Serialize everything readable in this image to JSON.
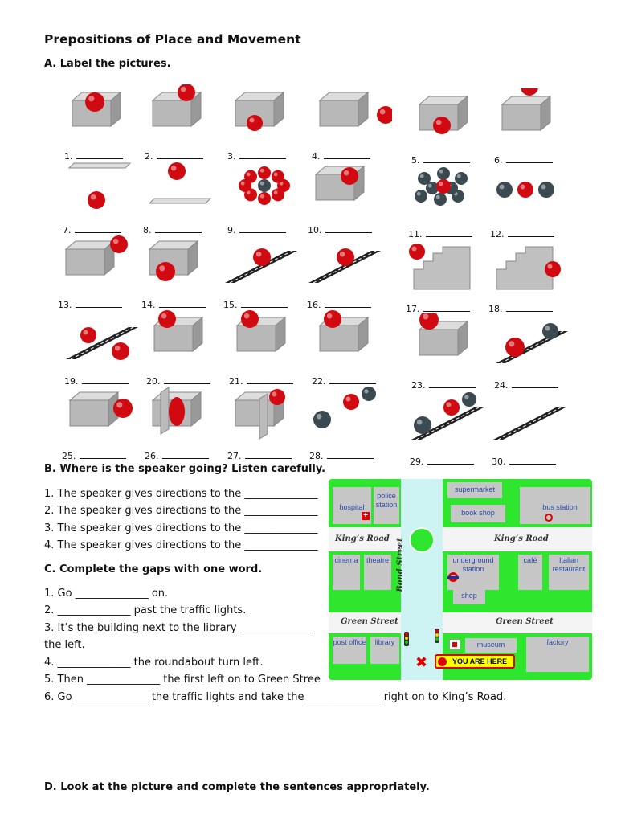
{
  "title": "Prepositions of Place and Movement",
  "section_a": {
    "heading": "A. Label the pictures.",
    "labels": [
      "1.",
      "2.",
      "3.",
      "4.",
      "5.",
      "6.",
      "7.",
      "8.",
      "9.",
      "10.",
      "11.",
      "12.",
      "13.",
      "14.",
      "15.",
      "16.",
      "17.",
      "18.",
      "19.",
      "20.",
      "21.",
      "22.",
      "23.",
      "24.",
      "25.",
      "26.",
      "27.",
      "28.",
      "29.",
      "30."
    ]
  },
  "section_b": {
    "heading": "B. Where is the speaker going? Listen carefully.",
    "lines": [
      "1. The speaker gives directions to the ______________",
      "2. The speaker gives directions to the ______________",
      "3. The speaker gives directions to the ______________",
      "4. The speaker gives directions to the ______________"
    ]
  },
  "section_c": {
    "heading": "C. Complete the gaps with one word.",
    "lines": [
      "1. Go ______________ on.",
      "2. ______________ past the traffic lights.",
      "3. It’s the building next to the library ______________",
      "the left.",
      "4. ______________ the roundabout turn left.",
      "5. Then ______________ the first left on to Green Stree",
      "6. Go ______________ the traffic lights and take the ______________ right on to King’s Road."
    ]
  },
  "section_d": {
    "heading": "D. Look at the picture and complete the sentences appropriately."
  },
  "map": {
    "buildings": {
      "hospital": "hospital",
      "police": "police station",
      "supermarket": "supermarket",
      "bookshop": "book shop",
      "busstation": "bus station",
      "cinema": "cinema",
      "theatre": "theatre",
      "underground": "underground station",
      "shop": "shop",
      "cafe": "café",
      "italian": "Italian restaurant",
      "postoffice": "post office",
      "library": "library",
      "museum": "museum",
      "factory": "factory"
    },
    "roads": {
      "kings_left": "King’s Road",
      "kings_right": "King’s Road",
      "green_left": "Green Street",
      "green_right": "Green Street",
      "bond": "Bond Street"
    },
    "you_are_here": "YOU ARE HERE",
    "colors": {
      "grass": "#2ee62e",
      "bond_street": "#cdf3f3",
      "building": "#c6c6c6",
      "label": "#2a4aa8",
      "marker": "#e00000",
      "you_are_here_bg": "#ffff00"
    }
  }
}
